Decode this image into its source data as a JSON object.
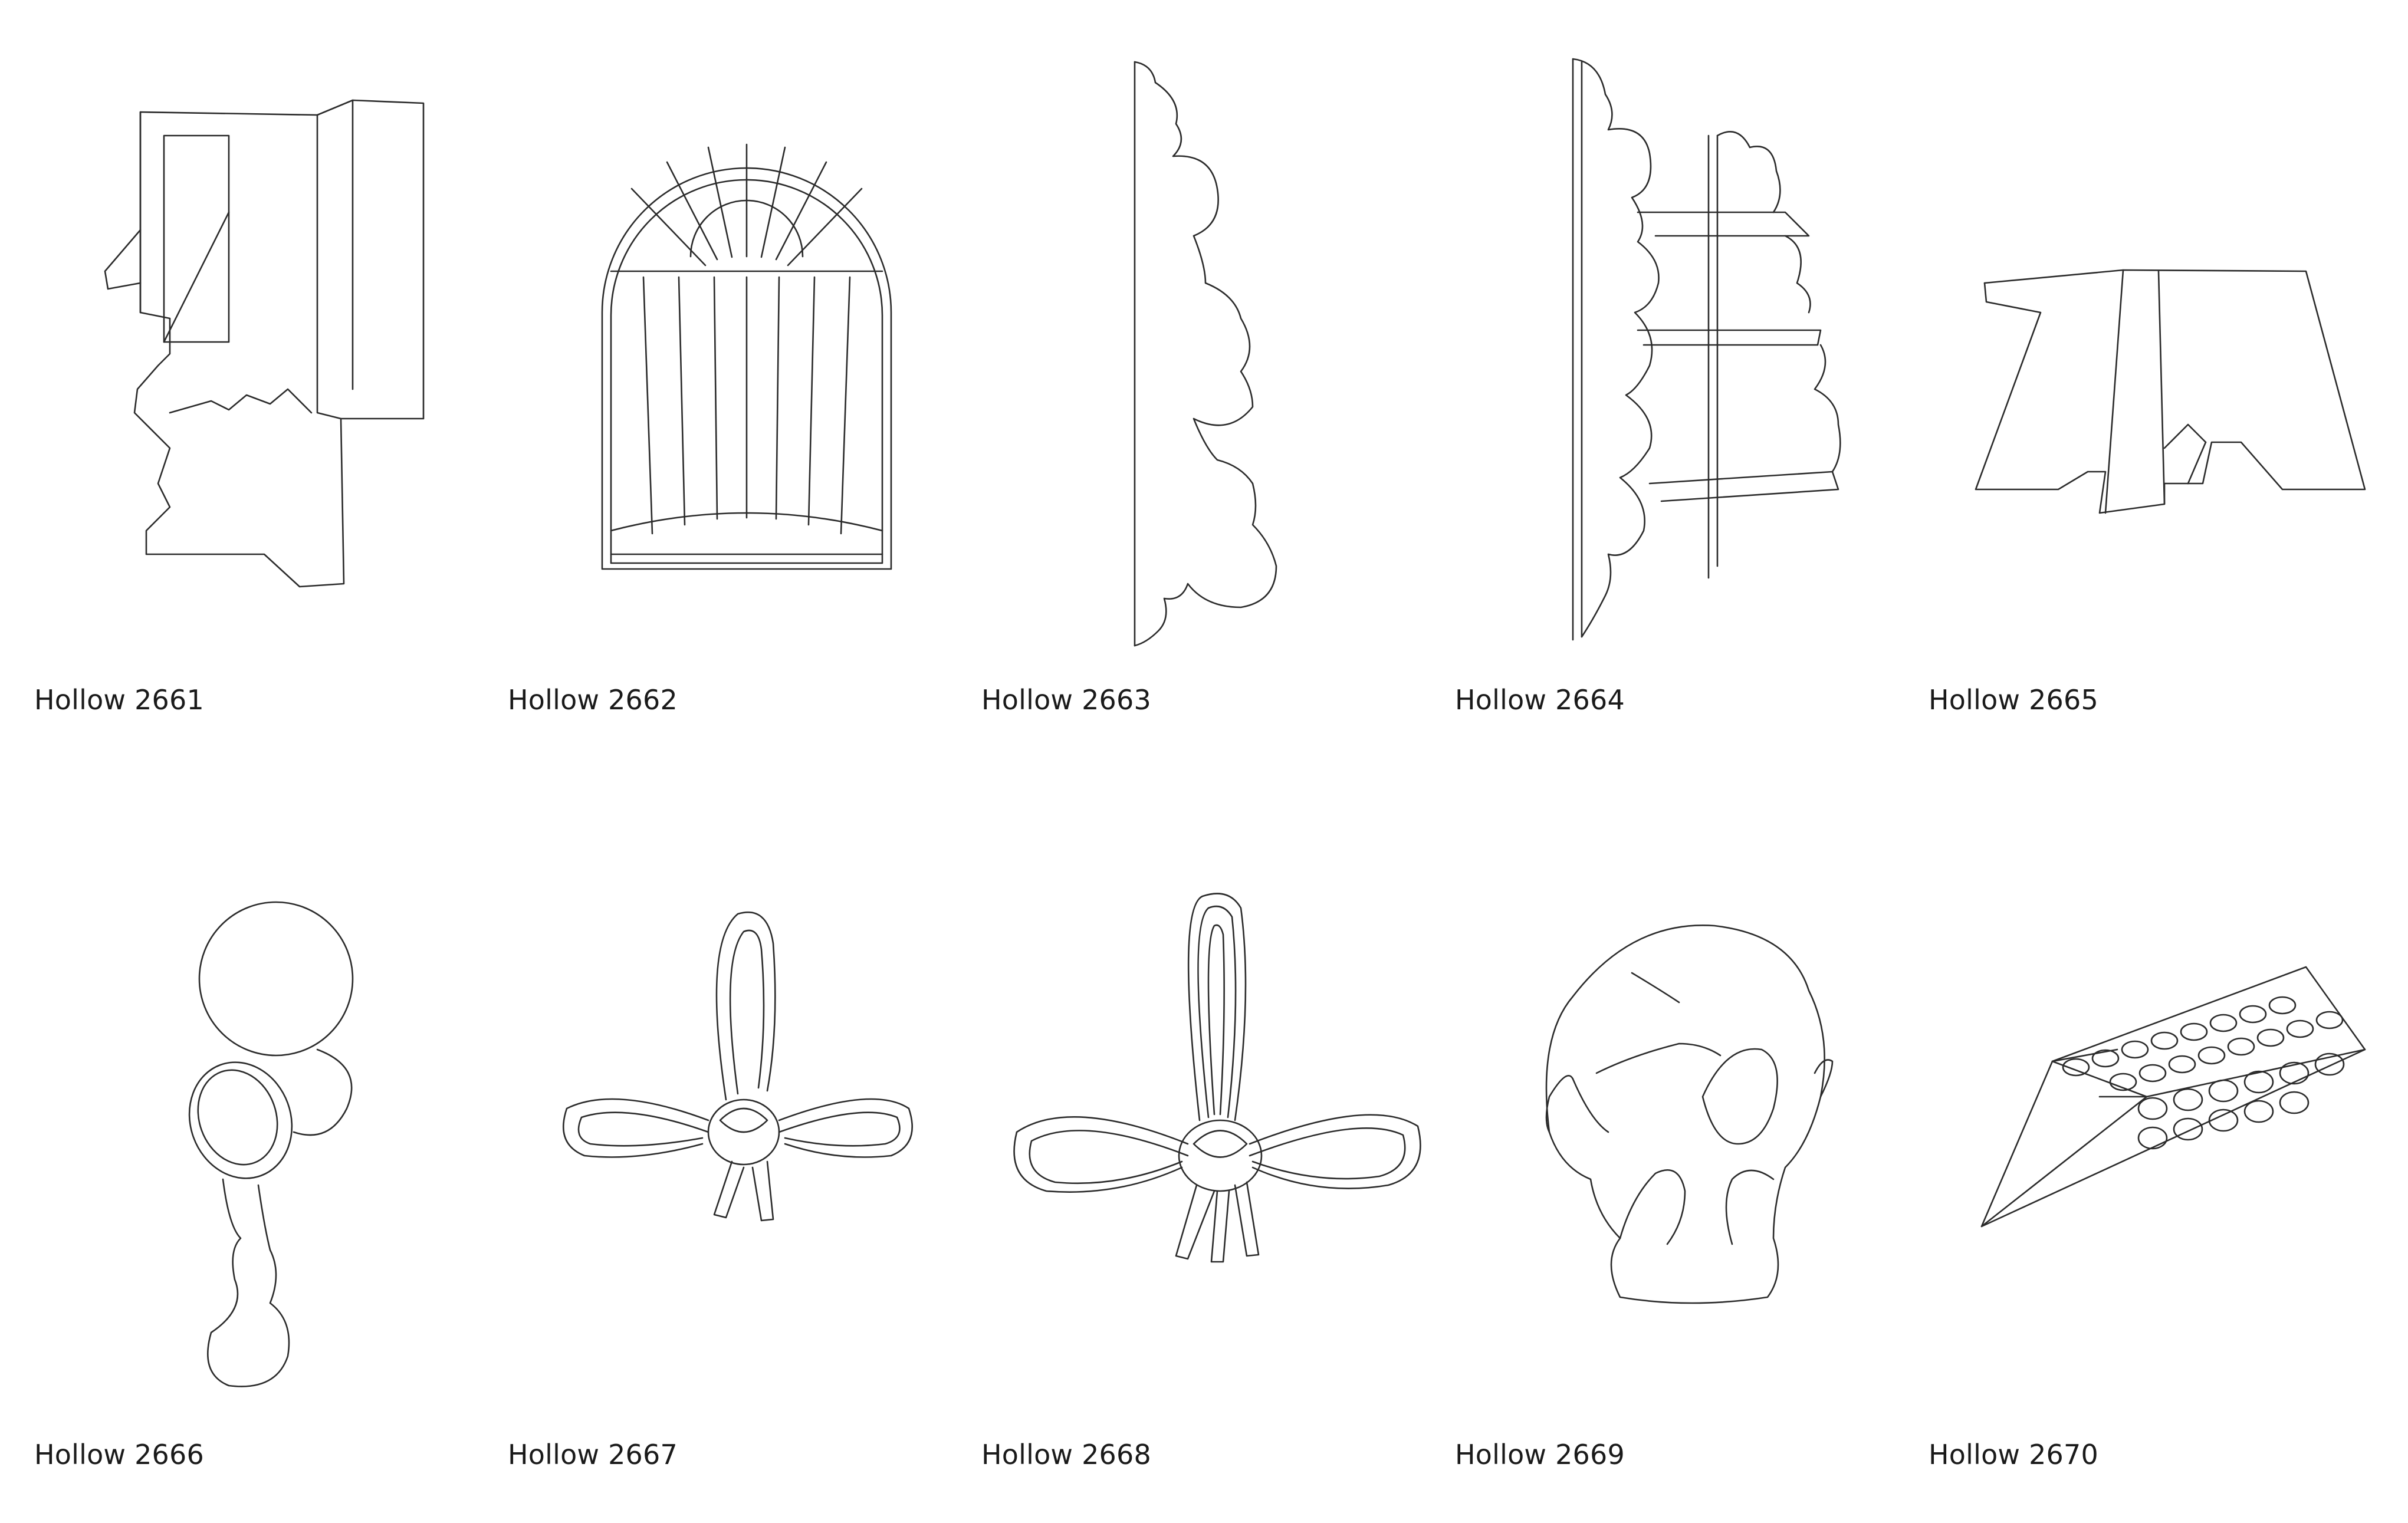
{
  "items": [
    {
      "label": "Hollow 2661",
      "icon": "cabinet-outline"
    },
    {
      "label": "Hollow 2662",
      "icon": "arched-window-outline"
    },
    {
      "label": "Hollow 2663",
      "icon": "cloud-panel-outline"
    },
    {
      "label": "Hollow 2664",
      "icon": "cloud-shelf-outline"
    },
    {
      "label": "Hollow 2665",
      "icon": "folded-table-outline"
    },
    {
      "label": "Hollow 2666",
      "icon": "kendama-outline"
    },
    {
      "label": "Hollow 2667",
      "icon": "knot-bow-outline"
    },
    {
      "label": "Hollow 2668",
      "icon": "knot-bow-double-outline"
    },
    {
      "label": "Hollow 2669",
      "icon": "head-back-outline"
    },
    {
      "label": "Hollow 2670",
      "icon": "grater-outline"
    }
  ]
}
